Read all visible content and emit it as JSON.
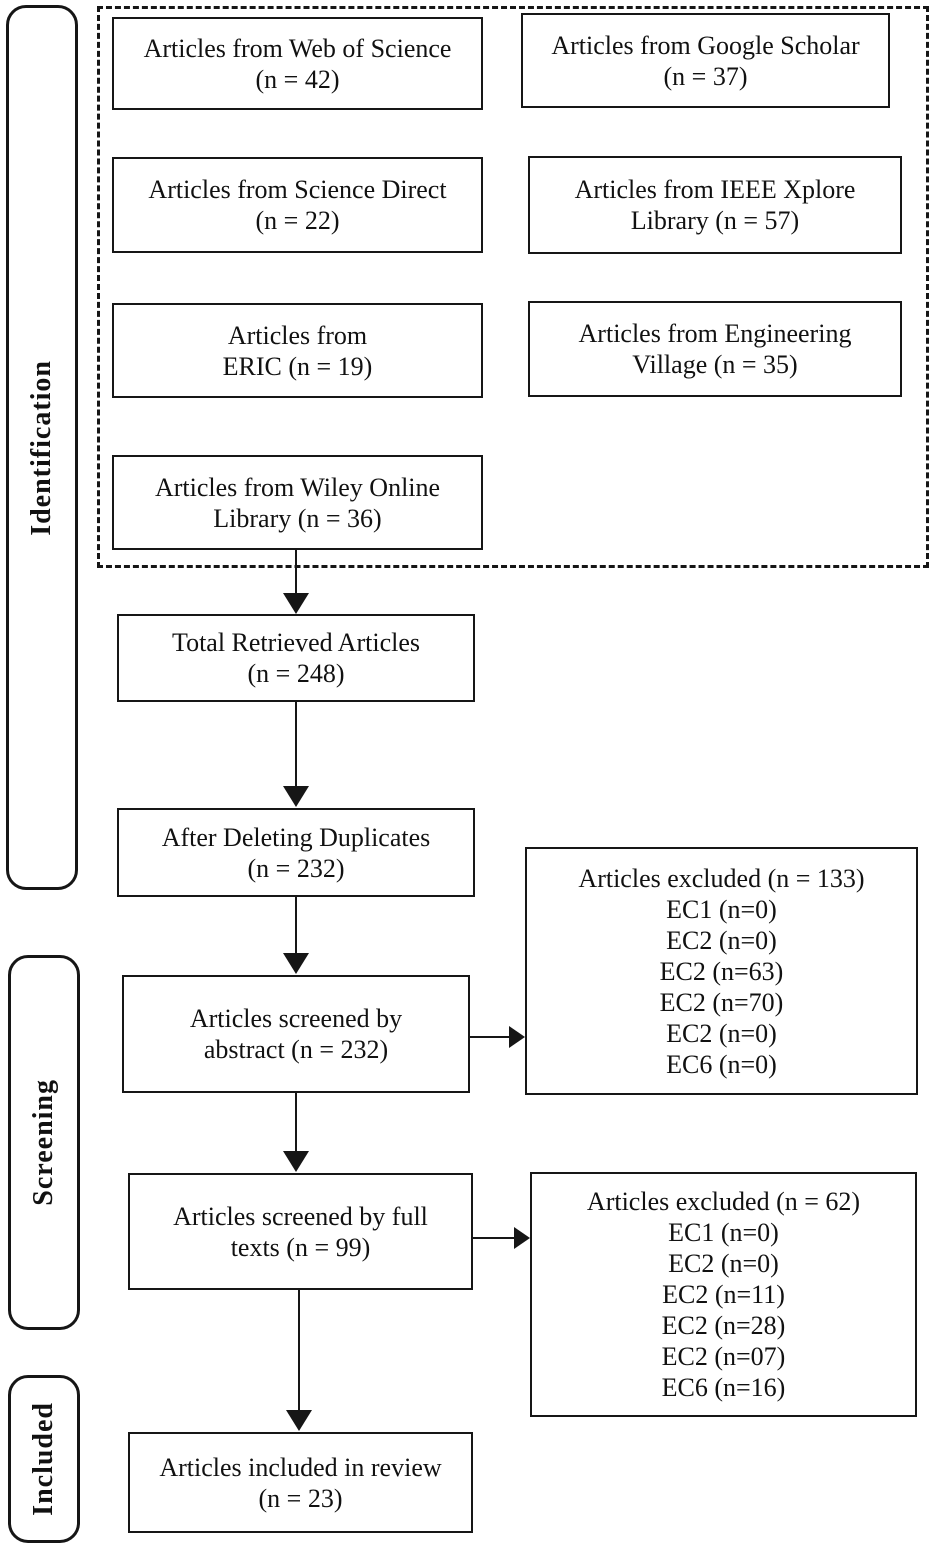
{
  "figure": {
    "stages": {
      "identification": "Identification",
      "screening": "Screening",
      "included": "Included"
    },
    "sources": [
      {
        "label": "Articles from Web of Science\n(n = 42)"
      },
      {
        "label": "Articles from Google Scholar\n(n = 37)"
      },
      {
        "label": "Articles from Science Direct\n(n = 22)"
      },
      {
        "label": "Articles from IEEE Xplore\nLibrary (n = 57)"
      },
      {
        "label": "Articles from\nERIC (n = 19)"
      },
      {
        "label": "Articles from Engineering\nVillage (n = 35)"
      },
      {
        "label": "Articles from Wiley Online\nLibrary (n = 36)"
      }
    ],
    "flow": {
      "total": "Total Retrieved Articles\n(n = 248)",
      "deduplicated": "After Deleting Duplicates\n(n = 232)",
      "abstract_screen": "Articles screened by\nabstract (n = 232)",
      "fulltext_screen": "Articles screened by full\ntexts (n = 99)",
      "included_review": "Articles included in review\n(n = 23)"
    },
    "excluded_abstract": {
      "title": "Articles excluded (n = 133)",
      "criteria": [
        "EC1 (n=0)",
        "EC2 (n=0)",
        "EC2 (n=63)",
        "EC2 (n=70)",
        "EC2 (n=0)",
        "EC6 (n=0)"
      ]
    },
    "excluded_fulltext": {
      "title": "Articles excluded (n = 62)",
      "criteria": [
        "EC1 (n=0)",
        "EC2 (n=0)",
        "EC2 (n=11)",
        "EC2 (n=28)",
        "EC2 (n=07)",
        "EC6 (n=16)"
      ]
    },
    "colors": {
      "ink": "#161616",
      "background": "#ffffff"
    }
  }
}
